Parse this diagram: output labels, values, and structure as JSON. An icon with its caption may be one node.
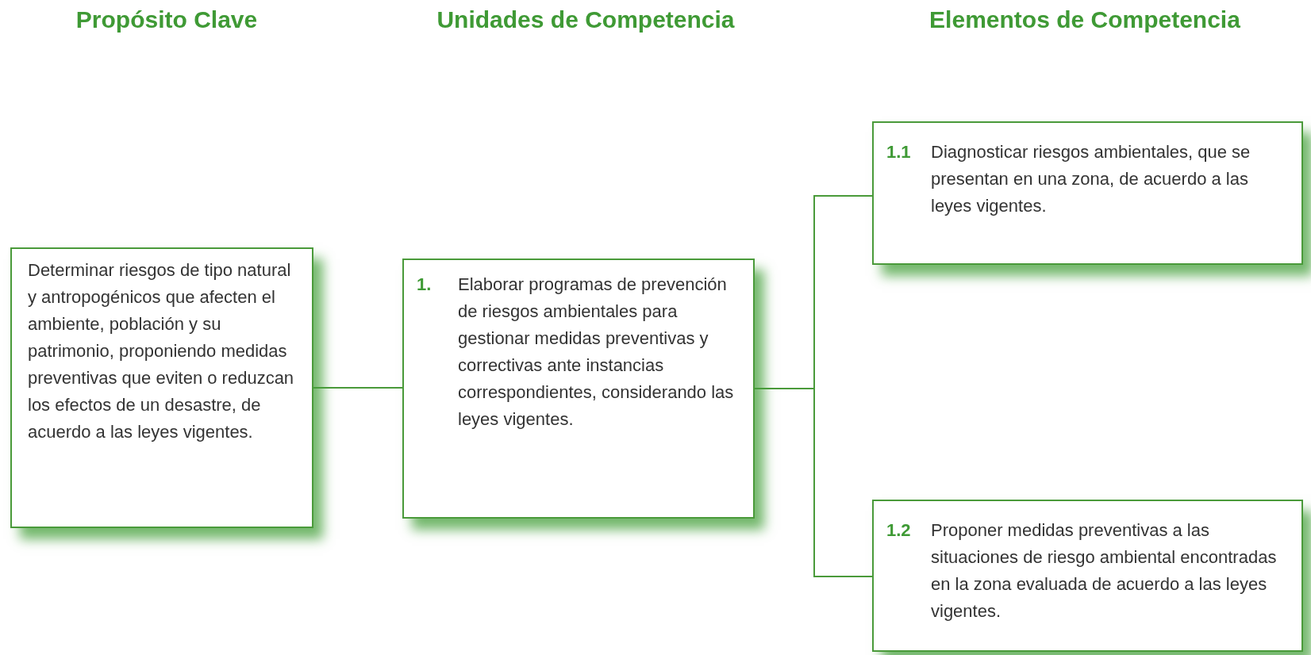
{
  "diagram": {
    "nodes": [
      {
        "text": [
          "Determinar riesgos de tipo natural y antropogénicos que afecten el ambiente, población y su patrimonio, proponiendo medidas preventivas que eviten o reduzcan los efectos de un desastre, de acuerdo a las leyes vigentes."
        ]
      },
      {
        "text": [
          "1.",
          "Elaborar programas de prevención de riesgos ambientales para gestionar medidas preventivas y correctivas ante instancias correspondientes, considerando las leyes vigentes."
        ]
      },
      {
        "text": [
          "1.1",
          "Diagnosticar riesgos ambientales, que se presentan en una zona, de acuerdo a las leyes vigentes."
        ]
      },
      {
        "text": [
          "1.2",
          "Proponer medidas preventivas a las situaciones de riesgo ambiental encontradas en la zona evaluada de acuerdo a las leyes vigentes."
        ]
      }
    ],
    "edges": [
      {
        "from": 0,
        "to": 1,
        "arrow": "none"
      },
      {
        "from": 1,
        "to": 2,
        "arrow": "none"
      },
      {
        "from": 1,
        "to": 3,
        "arrow": "none"
      }
    ],
    "labels": [
      "Propósito Clave",
      "Unidades de Competencia",
      "Elementos de Competencia"
    ]
  }
}
